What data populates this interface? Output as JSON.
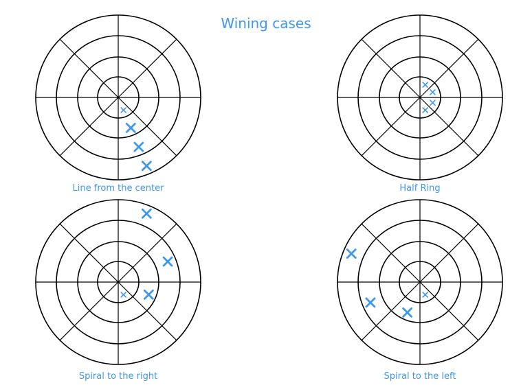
{
  "title": "Wining cases",
  "colors": {
    "accent": "#3f98e8",
    "grid": "#000000",
    "background": "#ffffff"
  },
  "board": {
    "rings": 4,
    "sectors": 8
  },
  "diagrams": [
    {
      "caption": "Line from the center",
      "marks": [
        {
          "ring": 1,
          "sector": 1
        },
        {
          "ring": 2,
          "sector": 1
        },
        {
          "ring": 3,
          "sector": 1
        },
        {
          "ring": 4,
          "sector": 1
        }
      ]
    },
    {
      "caption": "Half Ring",
      "marks": [
        {
          "ring": 1,
          "sector": 6
        },
        {
          "ring": 1,
          "sector": 7
        },
        {
          "ring": 1,
          "sector": 0
        },
        {
          "ring": 1,
          "sector": 1
        }
      ]
    },
    {
      "caption": "Spiral to the right",
      "marks": [
        {
          "ring": 1,
          "sector": 1
        },
        {
          "ring": 2,
          "sector": 0
        },
        {
          "ring": 3,
          "sector": 7
        },
        {
          "ring": 4,
          "sector": 6
        }
      ]
    },
    {
      "caption": "Spiral to the left",
      "marks": [
        {
          "ring": 1,
          "sector": 1
        },
        {
          "ring": 2,
          "sector": 2
        },
        {
          "ring": 3,
          "sector": 3
        },
        {
          "ring": 4,
          "sector": 4
        }
      ]
    }
  ]
}
